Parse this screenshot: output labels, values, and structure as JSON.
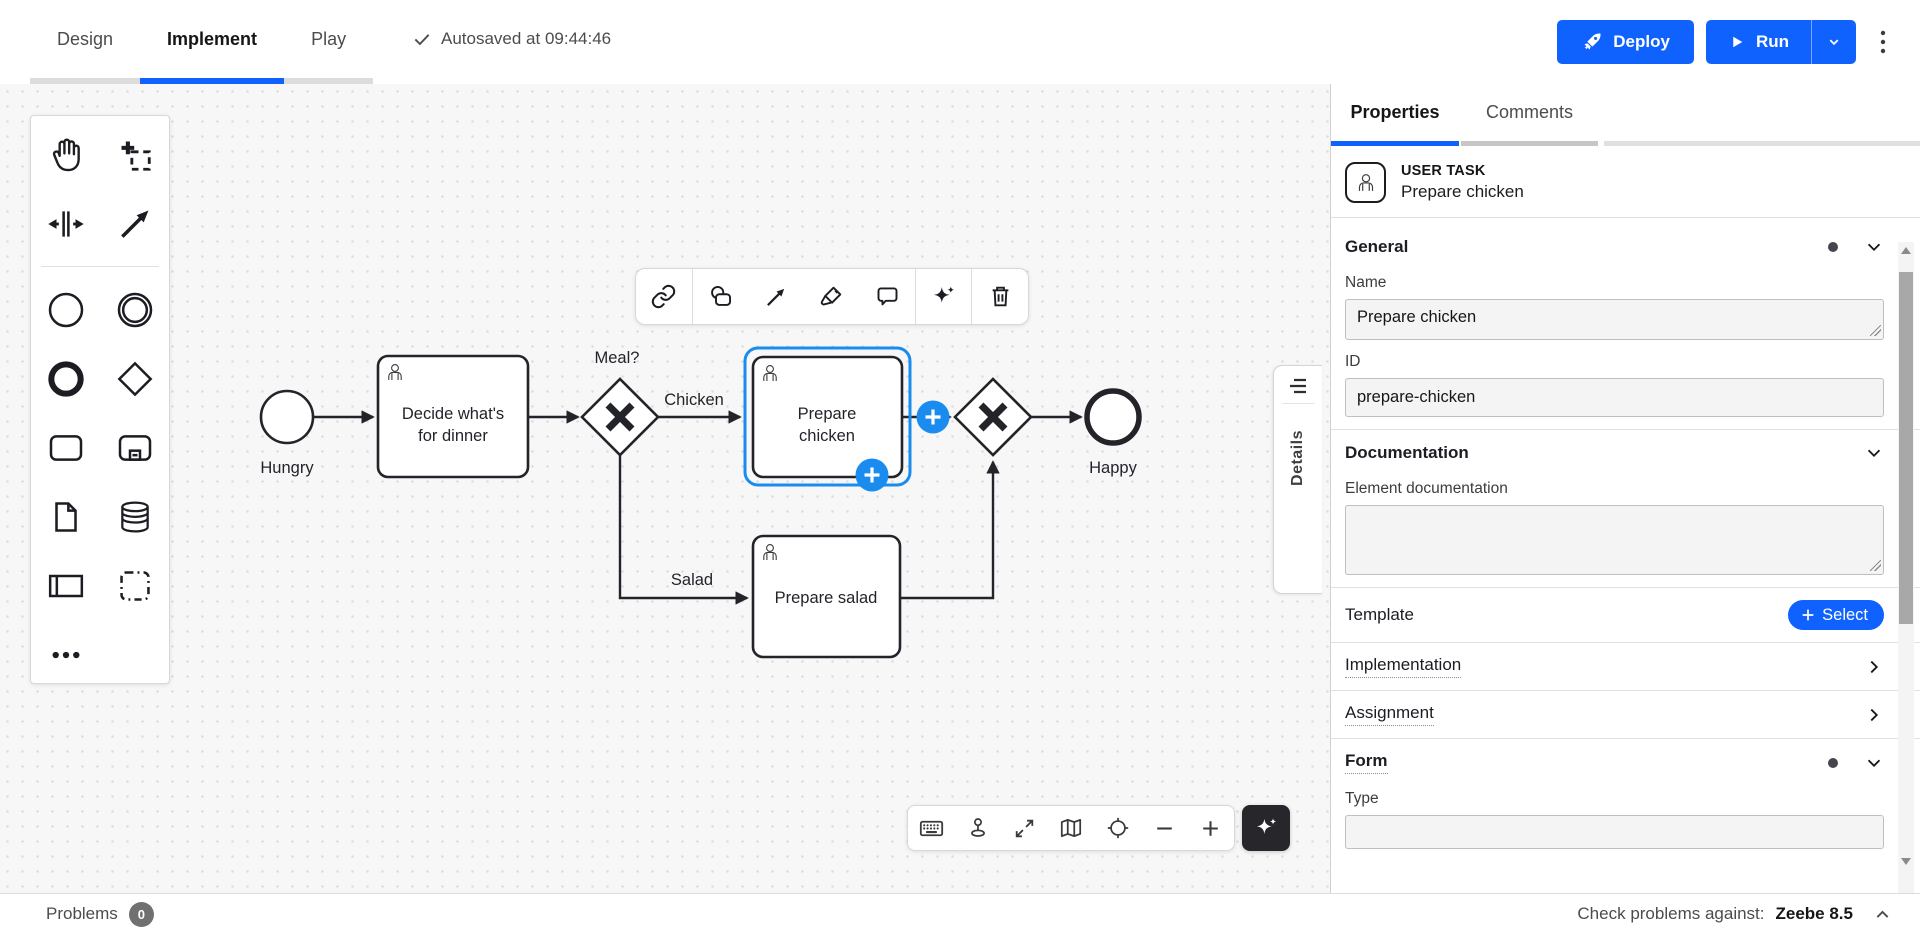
{
  "colors": {
    "accent": "#0f62fe",
    "selection": "#1a8cf0",
    "stroke": "#22242a"
  },
  "topbar": {
    "tabs": [
      {
        "label": "Design",
        "active": false
      },
      {
        "label": "Implement",
        "active": true
      },
      {
        "label": "Play",
        "active": false
      }
    ],
    "autosave": "Autosaved at 09:44:46",
    "autosave_icon": "check-icon",
    "deploy_label": "Deploy",
    "deploy_icon": "rocket-icon",
    "run_label": "Run",
    "run_icon": "play-icon",
    "run_caret_icon": "chevron-down-icon",
    "menu_icon": "kebab-menu-icon"
  },
  "palette": {
    "tools": [
      "hand-tool-icon",
      "lasso-tool-icon",
      "space-tool-icon",
      "global-connect-tool-icon",
      "start-event-icon",
      "intermediate-event-icon",
      "end-event-icon",
      "gateway-icon",
      "task-icon",
      "subprocess-icon",
      "data-object-icon",
      "data-store-icon",
      "participant-icon",
      "group-icon",
      "more-tools-icon"
    ]
  },
  "context_pad": {
    "actions": [
      "link-icon",
      "append-shape-icon",
      "connect-arrow-icon",
      "color-brush-icon",
      "comment-icon",
      "sparkle-ai-icon",
      "trash-icon"
    ]
  },
  "diagram": {
    "start_label": "Hungry",
    "task1_line1": "Decide what's",
    "task1_line2": "for dinner",
    "gateway1_label": "Meal?",
    "flow_chicken": "Chicken",
    "flow_salad": "Salad",
    "task2_line1": "Prepare",
    "task2_line2": "chicken",
    "task3_label": "Prepare salad",
    "end_label": "Happy"
  },
  "details_tab": {
    "label": "Details",
    "icon": "list-lines-icon"
  },
  "canvas_toolbar": {
    "actions": [
      "keyboard-icon",
      "token-pin-icon",
      "fit-viewport-icon",
      "minimap-icon",
      "crosshair-icon",
      "zoom-out-icon",
      "zoom-in-icon"
    ],
    "ai_button_icon": "sparkle-ai-icon"
  },
  "properties": {
    "tabs": [
      {
        "label": "Properties",
        "active": true
      },
      {
        "label": "Comments",
        "active": false
      }
    ],
    "element_type": "USER TASK",
    "element_name": "Prepare chicken",
    "element_icon": "user-task-icon",
    "general": {
      "title": "General",
      "name_label": "Name",
      "name_value": "Prepare chicken",
      "id_label": "ID",
      "id_value": "prepare-chicken"
    },
    "documentation": {
      "title": "Documentation",
      "field_label": "Element documentation",
      "value": ""
    },
    "template": {
      "title": "Template",
      "button_label": "Select"
    },
    "implementation": {
      "title": "Implementation"
    },
    "assignment": {
      "title": "Assignment"
    },
    "form": {
      "title": "Form",
      "type_label": "Type"
    }
  },
  "statusbar": {
    "problems_label": "Problems",
    "problems_count": "0",
    "check_label": "Check problems against:",
    "engine_version": "Zeebe 8.5",
    "collapse_icon": "chevron-up-icon"
  }
}
